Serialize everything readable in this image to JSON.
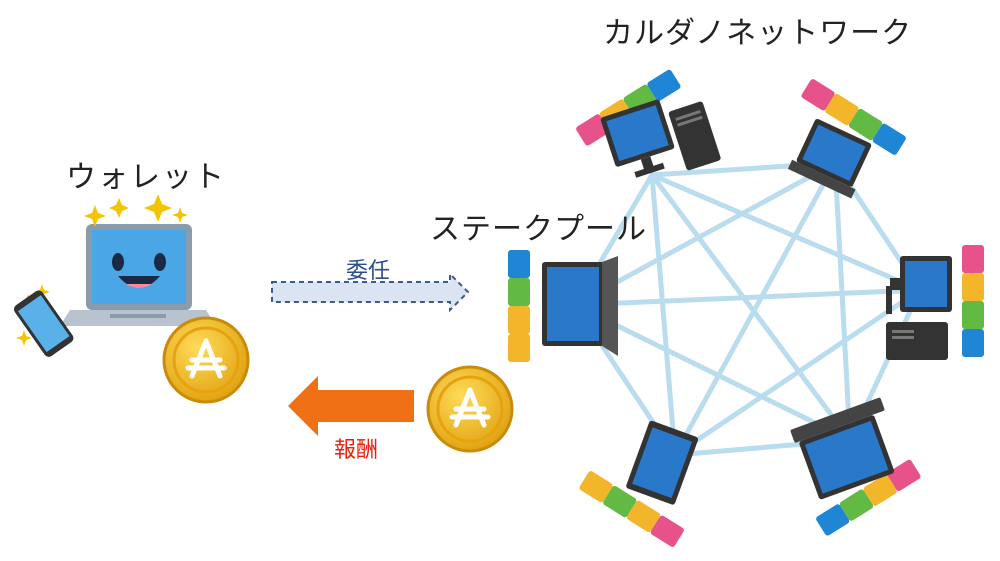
{
  "labels": {
    "network": "カルダノネットワーク",
    "wallet": "ウォレット",
    "stake_pool": "ステークプール",
    "delegate": "委任",
    "reward": "報酬"
  },
  "colors": {
    "network_line": "#b9dcee",
    "delegate_arrow_fill": "#dbe4f3",
    "delegate_arrow_stroke": "#3d5a8f",
    "reward_arrow": "#f07016",
    "reward_text": "#e8210f",
    "coin": "#f2b616",
    "coin_symbol": "#ffffff",
    "screen": "#2a78c9",
    "device_dark": "#333333",
    "sparkle": "#f5c400",
    "puzzle_colors": [
      "#e8528a",
      "#f3b52a",
      "#62b944",
      "#1e86d4"
    ]
  },
  "icons": {
    "coin_symbol": "ada-symbol",
    "wallet_face": "smiling-laptop",
    "phone": "smartphone-icon",
    "nodes": "computer-node-icon",
    "puzzles": "puzzle-block-icon"
  }
}
